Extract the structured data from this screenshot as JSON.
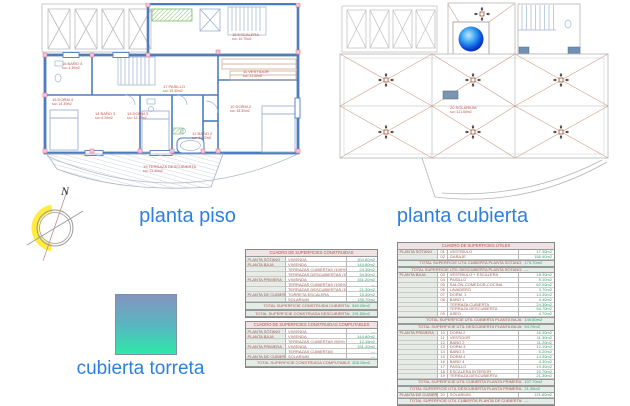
{
  "titles": {
    "left_plan": "planta piso",
    "right_plan": "planta cubierta",
    "turret": "cubierta torreta"
  },
  "compass": {
    "north_label": "N"
  },
  "colors": {
    "wall_blue": "#4d7dbd",
    "label_red": "#c0504d",
    "value_green": "#33a06e",
    "title_blue": "#2d7fe0",
    "turret_gradient_top": "#8394bf",
    "turret_gradient_bottom": "#2fe9a9",
    "sphere_blue": "#0a3fd6",
    "compass_yellow": "#ffec3d",
    "roof_line_tan": "#c9a18b",
    "marker_pink": "#f7c9d4"
  },
  "floor_plan": {
    "labels": [
      {
        "name": "16 BAÑO 4",
        "area": "su= 4.30m2"
      },
      {
        "name": "15 DORM.4",
        "area": "su= 14.30m2"
      },
      {
        "name": "14 BAÑO 3",
        "area": "su= 6.20m2"
      },
      {
        "name": "13 DORM.3",
        "area": "su= 12.10m2"
      },
      {
        "name": "12 BAÑO 2",
        "area": "su= 11.20m2"
      },
      {
        "name": "17 PASILLO",
        "area": "su= 19.30m2"
      },
      {
        "name": "18 ESCALERA",
        "area": "su= 10.70m2"
      },
      {
        "name": "11 VESTIDOR",
        "area": "su= 11.30m2"
      },
      {
        "name": "10 DORM.2",
        "area": "su= 18.30m2"
      },
      {
        "name": "19 TERRAZA DESCUBIERTA",
        "area": "su= 21.30m2"
      }
    ]
  },
  "roof_plan": {
    "label": {
      "name": "20 SOLARIUM",
      "area": "su= 121.60m2"
    }
  },
  "tables": {
    "constructed": {
      "title": "CUADRO DE SUPERFICIES CONSTRUIDAS",
      "rows": [
        {
          "floor": "PLANTA SÓTANO",
          "concept": "VIVIENDA",
          "value": "204.60m2"
        },
        {
          "floor": "PLANTA BAJA",
          "concept": "VIVIENDA",
          "value": "144.80m2"
        },
        {
          "floor": "",
          "concept": "TERRAZAS CUBIERTAS (100%)",
          "value": "24.30m2"
        },
        {
          "floor": "",
          "concept": "TERRAZAS DESCUBIERTAS (50%)",
          "value": "34.50m2"
        },
        {
          "floor": "PLANTA PRIMERA",
          "concept": "VIVIENDA",
          "value": "151.20m2"
        },
        {
          "floor": "",
          "concept": "TERRAZAS CUBIERTAS (100%)",
          "value": "—"
        },
        {
          "floor": "",
          "concept": "TERRAZAS DESCUBIERTAS (50%)",
          "value": "21.30m2"
        },
        {
          "floor": "PLANTA DE CUBIERTAS",
          "concept": "TORRETA ESCALERA",
          "value": "15.30m2"
        },
        {
          "floor": "",
          "concept": "SOLARIUM",
          "value": "135.70m2"
        }
      ],
      "totals": [
        {
          "label": "TOTAL SUPERFICIE CONSTRUIDA CUBIERTA:",
          "value": "540.20m2"
        },
        {
          "label": "TOTAL SUPERFICIE CONSTRUIDA DESCUBIERTA:",
          "value": "191.50m2"
        }
      ]
    },
    "computables": {
      "title": "CUADRO DE SUPERFICIES CONSTRUIDAS COMPUTABLES",
      "rows": [
        {
          "floor": "PLANTA SÓTANO",
          "concept": "VIVIENDA",
          "value": "—"
        },
        {
          "floor": "PLANTA BAJA",
          "concept": "VIVIENDA",
          "value": "144.80m2"
        },
        {
          "floor": "",
          "concept": "TERRAZAS CUBIERTAS (50%)",
          "value": "12.15m2"
        },
        {
          "floor": "PLANTA PRIMERA",
          "concept": "VIVIENDA",
          "value": "151.20m2"
        },
        {
          "floor": "",
          "concept": "TERRAZAS CUBIERTAS",
          "value": "—"
        },
        {
          "floor": "PLANTA DE CUBIERTAS",
          "concept": "SOLARIUM",
          "value": "—"
        }
      ],
      "totals": [
        {
          "label": "TOTAL SUPERFICIE CONSTRUIDA COMPUTABLE",
          "value": "308.15m2"
        }
      ]
    },
    "utiles": {
      "title": "CUADRO DE SUPERFICIES ÚTILES",
      "rows": [
        {
          "floor": "PLANTA SÓTANO",
          "num": "01",
          "name": "VESTÍBULO",
          "value": "17.30m2"
        },
        {
          "num": "02",
          "name": "GARAJE",
          "value": "156.40m2"
        },
        {
          "total": "TOTAL SUPERFICIE ÚTIL CUBIERTA PLANTA SÓTANO:",
          "value": "173.70m2"
        },
        {
          "total": "TOTAL SUPERFICIE ÚTIL DESCUBIERTA PLANTA SÓTANO:",
          "value": "—"
        },
        {
          "floor": "PLANTA BAJA",
          "num": "03",
          "name": "VESTÍBULO + ESCALERA",
          "value": "18.30m2"
        },
        {
          "num": "04",
          "name": "PASILLO",
          "value": "9.10m2"
        },
        {
          "num": "05",
          "name": "SALÓN-COMEDOR-COCINA",
          "value": "62.00m2"
        },
        {
          "num": "06",
          "name": "LAVADERO",
          "value": "3.70m2"
        },
        {
          "num": "07",
          "name": "DORM. 1",
          "value": "14.30m2"
        },
        {
          "num": "08",
          "name": "BAÑO 1",
          "value": "4.40m2"
        },
        {
          "num": "",
          "name": "TERRAZA CUBIERTA",
          "value": "24.30m2"
        },
        {
          "num": "",
          "name": "TERRAZA DESCUBIERTA",
          "value": "54.70m2"
        },
        {
          "num": "09",
          "name": "ASEO",
          "value": "4.70m2"
        },
        {
          "total": "TOTAL SUPERFICIE ÚTIL CUBIERTA PLANTA BAJA:",
          "value": "140.80m2"
        },
        {
          "total": "TOTAL SUPERFICIE ÚTIL DESCUBIERTA PLANTA BAJA:",
          "value": "54.70m2"
        },
        {
          "floor": "PLANTA PRIMERA",
          "num": "10",
          "name": "DORM.2",
          "value": "18.30m2"
        },
        {
          "num": "11",
          "name": "VESTIDOR",
          "value": "11.30m2"
        },
        {
          "num": "12",
          "name": "BAÑO 2",
          "value": "11.20m2"
        },
        {
          "num": "13",
          "name": "DORM.3",
          "value": "12.10m2"
        },
        {
          "num": "14",
          "name": "BAÑO 3",
          "value": "6.20m2"
        },
        {
          "num": "15",
          "name": "DORM.4",
          "value": "14.30m2"
        },
        {
          "num": "16",
          "name": "BAÑO 4",
          "value": "4.30m2"
        },
        {
          "num": "17",
          "name": "PASILLO",
          "value": "19.30m2"
        },
        {
          "num": "18",
          "name": "ESCALERA INTERIOR",
          "value": "10.70m2"
        },
        {
          "num": "19",
          "name": "TERRAZA DESCUBIERTA",
          "value": "21.30m2"
        },
        {
          "total": "TOTAL SUPERFICIE ÚTIL CUBIERTA PLANTA PRIMERA:",
          "value": "107.70m2"
        },
        {
          "total": "TOTAL SUPERFICIE ÚTIL DESCUBIERTA PLANTA PRIMERA:",
          "value": "21.30m2"
        },
        {
          "floor": "PLANTA DE CUBIERTA",
          "num": "20",
          "name": "SOLARIUM",
          "value": "121.60m2"
        },
        {
          "total": "TOTAL SUPERFICIE ÚTIL CUBIERTA PLANTA DE CUBIERTA:",
          "value": "—"
        }
      ]
    }
  }
}
